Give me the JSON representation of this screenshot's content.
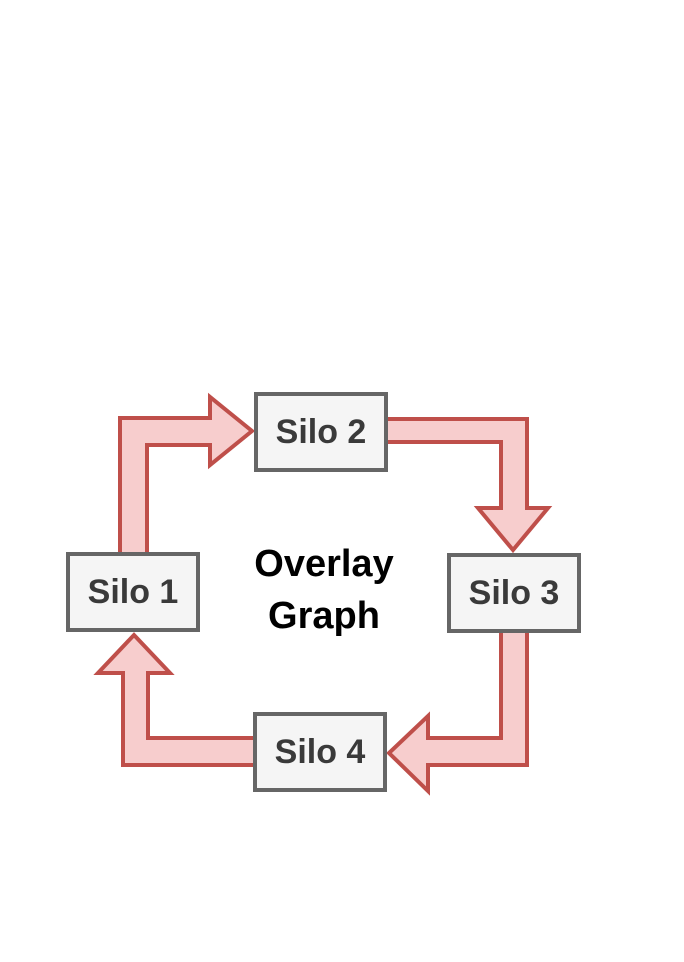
{
  "diagram": {
    "type": "cycle-diagram",
    "center_label": {
      "line1": "Overlay",
      "line2": "Graph"
    },
    "nodes": [
      {
        "label": "Silo 1"
      },
      {
        "label": "Silo 2"
      },
      {
        "label": "Silo 3"
      },
      {
        "label": "Silo 4"
      }
    ],
    "edges": [
      {
        "from": "Silo 1",
        "to": "Silo 2"
      },
      {
        "from": "Silo 2",
        "to": "Silo 3"
      },
      {
        "from": "Silo 3",
        "to": "Silo 4"
      },
      {
        "from": "Silo 4",
        "to": "Silo 1"
      }
    ],
    "colors": {
      "background": "#ffffff",
      "arrow_fill": "#f7cdcd",
      "arrow_stroke": "#bf4f4a",
      "box_fill": "#f5f5f5",
      "box_border": "#666666",
      "box_text": "#3a3a3a",
      "title_text": "#000000"
    }
  }
}
